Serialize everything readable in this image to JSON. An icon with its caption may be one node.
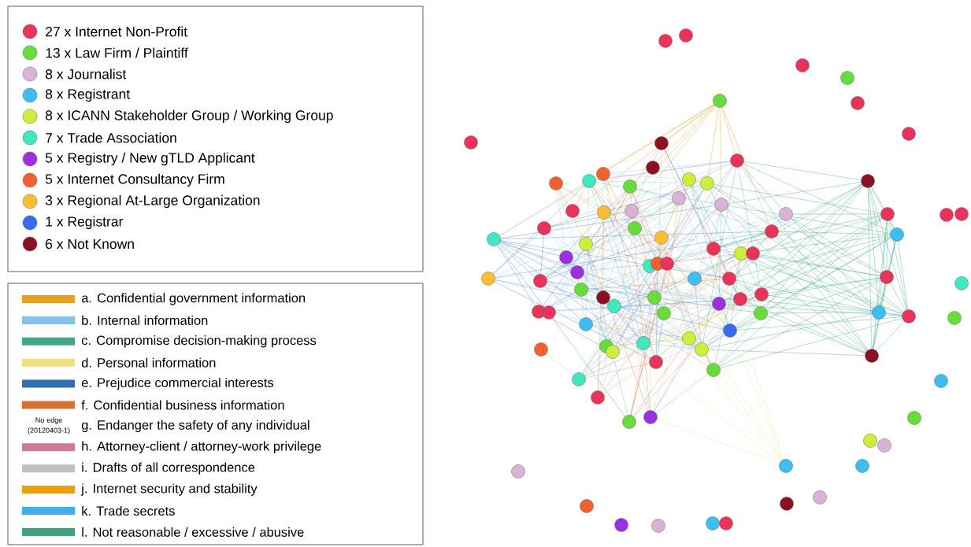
{
  "diagram": {
    "labels": [
      "No edge (20120403-1)"
    ],
    "legend": [
      {
        "text": "27 x Internet Non-Profit",
        "color": "#e8335a"
      },
      {
        "text": "13 x Law Firm / Plaintiff",
        "color": "#66dd3a"
      },
      {
        "text": "8 x Journalist",
        "color": "#d9b3d6"
      },
      {
        "text": "8 x Registrant",
        "color": "#3dbdf0"
      },
      {
        "text": "8 x ICANN Stakeholder Group / Working Group",
        "color": "#ccf03a"
      },
      {
        "text": "7 x Trade Association",
        "color": "#40e8c0"
      },
      {
        "text": "5 x Registry / New gTLD Applicant",
        "color": "#9b30e0"
      },
      {
        "text": "5 x Internet Consultancy Firm",
        "color": "#f06030"
      },
      {
        "text": "3 x Regional At-Large Organization",
        "color": "#f8c030"
      },
      {
        "text": "1 x Registrar",
        "color": "#3a6af0"
      },
      {
        "text": "6 x Not Known",
        "color": "#8b1020"
      },
      {
        "text": "a. Confidential government information",
        "color": "#e8a020"
      },
      {
        "text": "b. Internal information",
        "color": "#80c4ec"
      },
      {
        "text": "c. Compromise decision-making process",
        "color": "#40a888"
      },
      {
        "text": "d. Personal information",
        "color": "#f0e080"
      },
      {
        "text": "e. Prejudice commercial interests",
        "color": "#3070b0"
      },
      {
        "text": "f. Confidential business information",
        "color": "#d87030"
      },
      {
        "text": "g. Endanger the safety of any individual"
      },
      {
        "text": "h. Attorney-client / attorney-work privilege",
        "color": "#d07898"
      },
      {
        "text": "i. Drafts of all correspondence",
        "color": "#c0c0c0"
      },
      {
        "text": "j. Internet security and stability",
        "color": "#e8a010"
      },
      {
        "text": "k. Trade secrets",
        "color": "#40b0e8"
      },
      {
        "text": "l. Not reasonable / excessive / abusive",
        "color": "#40a080"
      }
    ]
  }
}
